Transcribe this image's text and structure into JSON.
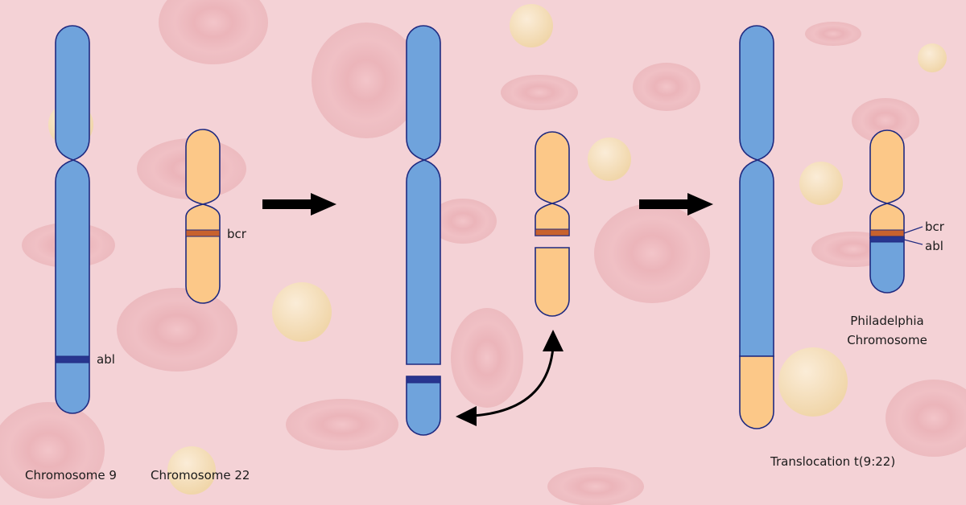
{
  "colors": {
    "background": "#f4d2d6",
    "blood_cell": "#dd8a90",
    "blood_cell_inner": "#cc6a72",
    "platelet": "#f7e6b8",
    "chromosome_9_fill": "#6fa3dc",
    "chromosome_22_fill": "#fcc888",
    "outline": "#1f2a80",
    "bcr_band": "#c8622e",
    "abl_band": "#28358f",
    "arrow": "#000000"
  },
  "stage1": {
    "chromosome_9_label": "Chromosome 9",
    "chromosome_22_label": "Chromosome 22",
    "abl_label": "abl",
    "bcr_label": "bcr"
  },
  "stage3": {
    "bcr_label": "bcr",
    "abl_label": "abl",
    "philadelphia_line1": "Philadelphia",
    "philadelphia_line2": "Chromosome",
    "translocation_label": "Translocation t(9:22)"
  },
  "icons": [
    "right-arrow-icon",
    "swap-arrow-icon",
    "red-blood-cell-icon",
    "platelet-icon"
  ]
}
